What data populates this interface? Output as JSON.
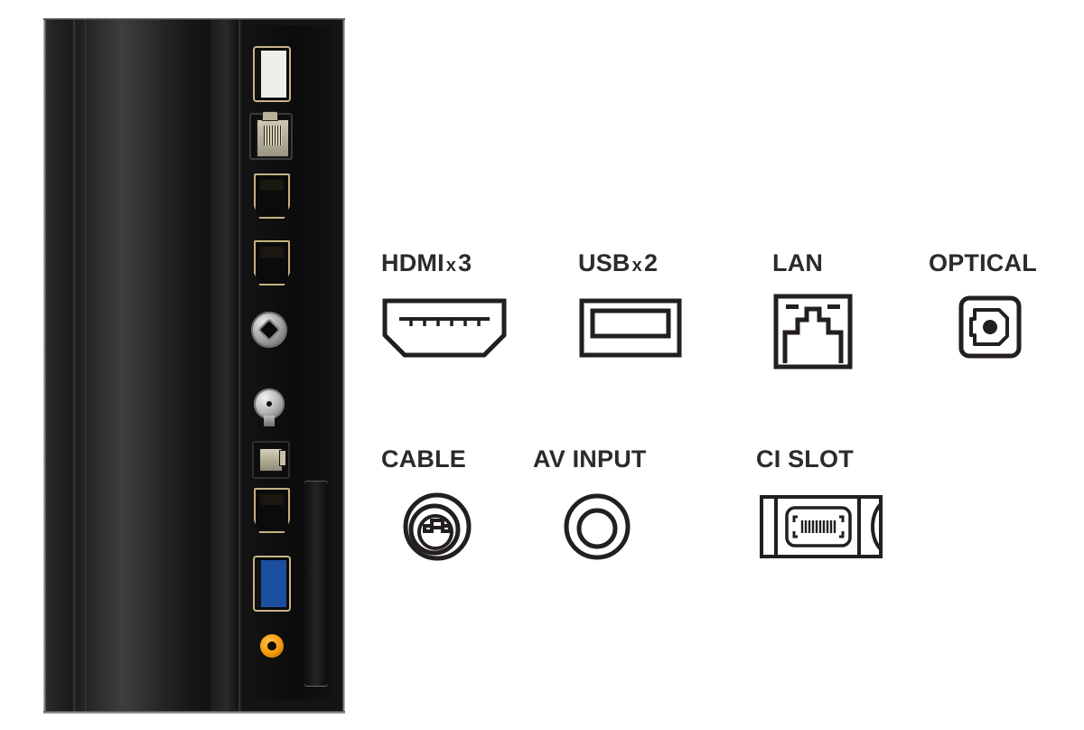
{
  "page": {
    "background_color": "#ffffff",
    "text_color": "#2b2b2b"
  },
  "photo": {
    "name": "tv-rear-port-panel-photo",
    "description": "Close-up photograph of the rear side connection panel of a black television",
    "ports_visible": [
      {
        "name": "usb-port-top",
        "type": "USB",
        "color": "#efeee9"
      },
      {
        "name": "lan-port",
        "type": "LAN RJ45",
        "color": "#b8b29b"
      },
      {
        "name": "hdmi-port-1",
        "type": "HDMI",
        "color": "#c6b184"
      },
      {
        "name": "hdmi-port-2",
        "type": "HDMI",
        "color": "#c6b184"
      },
      {
        "name": "cable-antenna-port",
        "type": "CABLE",
        "color": "#9b9b9b"
      },
      {
        "name": "satellite-port",
        "type": "SATELLITE",
        "color": "#b4b4b4"
      },
      {
        "name": "optical-port",
        "type": "OPTICAL",
        "color": "#d6cfb6"
      },
      {
        "name": "hdmi-port-3",
        "type": "HDMI",
        "color": "#c6b184"
      },
      {
        "name": "usb3-port",
        "type": "USB 3.0",
        "color": "#1c4fa0"
      },
      {
        "name": "av-input-port",
        "type": "AV INPUT",
        "color": "#f59a0b"
      },
      {
        "name": "ci-card-slot",
        "type": "CI SLOT",
        "color": "#242424"
      }
    ]
  },
  "specs": {
    "row1": [
      {
        "id": "hdmi",
        "label": "HDMI",
        "multiplier": "x",
        "count": "3",
        "icon": "hdmi-icon"
      },
      {
        "id": "usb",
        "label": "USB",
        "multiplier": "x",
        "count": "2",
        "icon": "usb-icon"
      },
      {
        "id": "lan",
        "label": "LAN",
        "multiplier": "",
        "count": "",
        "icon": "lan-icon"
      },
      {
        "id": "optical",
        "label": "OPTICAL",
        "multiplier": "",
        "count": "",
        "icon": "optical-icon"
      }
    ],
    "row2": [
      {
        "id": "cable",
        "label": "CABLE",
        "multiplier": "",
        "count": "",
        "icon": "cable-icon"
      },
      {
        "id": "av-input",
        "label": "AV INPUT",
        "multiplier": "",
        "count": "",
        "icon": "av-input-icon"
      },
      {
        "id": "ci-slot",
        "label": "CI SLOT",
        "multiplier": "",
        "count": "",
        "icon": "ci-slot-icon"
      }
    ]
  }
}
